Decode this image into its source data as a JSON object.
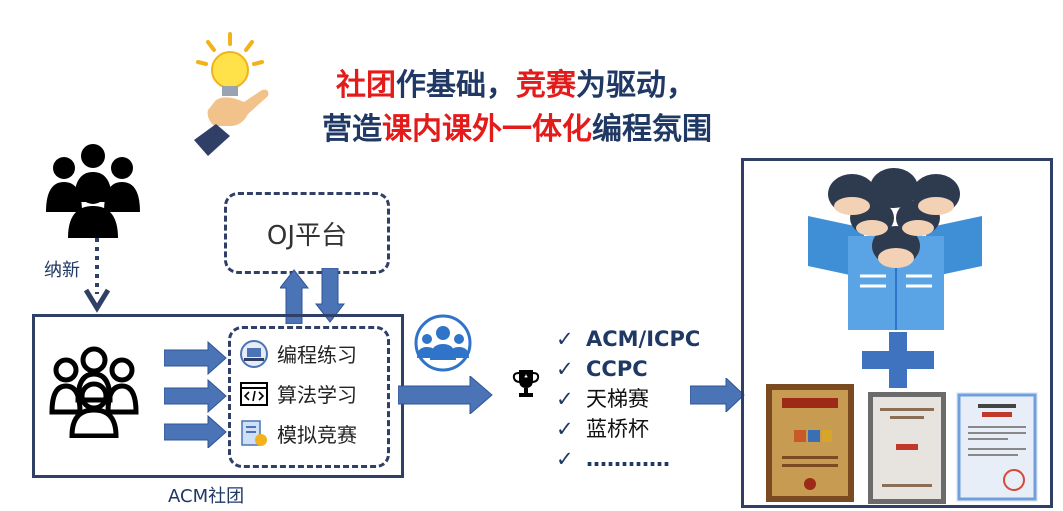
{
  "title": {
    "line1": [
      {
        "text": "社团",
        "color": "#e41b1b"
      },
      {
        "text": "作基础，",
        "color": "#1f3864"
      },
      {
        "text": "竞赛",
        "color": "#e41b1b"
      },
      {
        "text": "为驱动，",
        "color": "#1f3864"
      }
    ],
    "line2": [
      {
        "text": "营造",
        "color": "#1f3864"
      },
      {
        "text": "课内课外一体化",
        "color": "#e41b1b"
      },
      {
        "text": "编程氛围",
        "color": "#1f3864"
      }
    ]
  },
  "labels": {
    "recruit": "纳新",
    "oj_platform": "OJ平台",
    "club": "ACM社团"
  },
  "activities": [
    {
      "label": "编程练习",
      "icon": "laptop-icon"
    },
    {
      "label": "算法学习",
      "icon": "code-window-icon"
    },
    {
      "label": "模拟竞赛",
      "icon": "certificate-icon"
    }
  ],
  "contests": [
    {
      "label": "ACM/ICPC"
    },
    {
      "label": "CCPC"
    },
    {
      "label": "天梯赛"
    },
    {
      "label": "蓝桥杯"
    },
    {
      "label": "…………"
    }
  ],
  "colors": {
    "accent": "#e41b1b",
    "navy": "#1f3864",
    "arrow": "#4a74b5",
    "people": "#000000"
  }
}
